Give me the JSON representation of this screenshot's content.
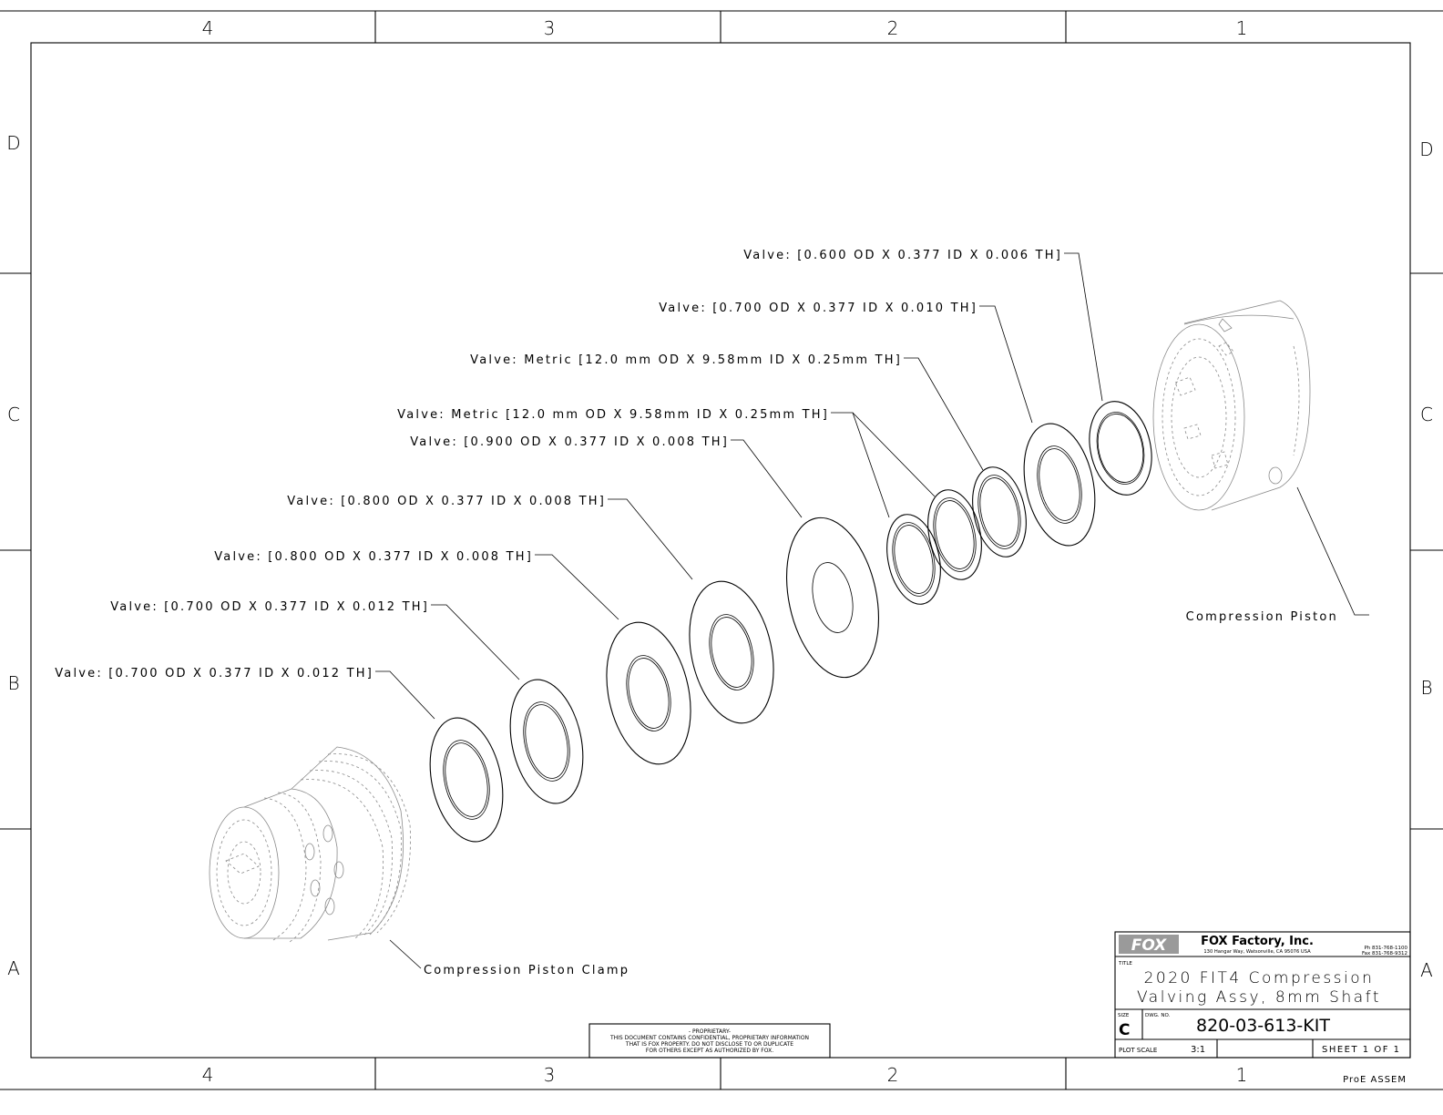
{
  "zones": {
    "columns": [
      "4",
      "3",
      "2",
      "1"
    ],
    "rows": [
      "D",
      "C",
      "B",
      "A"
    ]
  },
  "callouts": {
    "v1": "Valve: [0.600 OD X 0.377 ID X 0.006 TH]",
    "v2": "Valve: [0.700 OD X 0.377 ID X 0.010 TH]",
    "v3": "Valve: Metric [12.0 mm OD X 9.58mm ID X 0.25mm TH]",
    "v4": "Valve: Metric [12.0 mm OD X 9.58mm ID X 0.25mm TH]",
    "v5": "Valve: [0.900 OD X 0.377 ID X 0.008 TH]",
    "v6": "Valve: [0.800 OD X 0.377 ID X 0.008 TH]",
    "v7": "Valve: [0.800 OD X 0.377 ID X 0.008 TH]",
    "v8": "Valve: [0.700 OD X 0.377 ID X 0.012 TH]",
    "v9": "Valve: [0.700 OD X 0.377 ID X 0.012 TH]",
    "piston": "Compression Piston",
    "clamp": "Compression Piston Clamp"
  },
  "proprietary": {
    "line1": "- PROPRIETARY-",
    "line2": "THIS DOCUMENT CONTAINS CONFIDENTIAL, PROPRIETARY INFORMATION",
    "line3": "THAT IS FOX PROPERTY.  DO NOT DISCLOSE TO OR DUPLICATE",
    "line4": "FOR OTHERS EXCEPT AS AUTHORIZED BY FOX."
  },
  "title_block": {
    "logo": "FOX",
    "company": "FOX Factory, Inc.",
    "address": "130 Hangar Way, Watsonville, CA 95076 USA",
    "phone": "Ph 831-768-1100",
    "fax": "Fax 831-768-9312",
    "title_label": "TITLE",
    "title_line1": "2020 FIT4 Compression",
    "title_line2": "Valving Assy, 8mm Shaft",
    "size_label": "SIZE",
    "size": "C",
    "dwg_label": "DWG. NO.",
    "dwg_no": "820-03-613-KIT",
    "scale_label": "PLOT SCALE",
    "scale": "3:1",
    "sheet": "SHEET 1 OF 1",
    "footer": "ProE ASSEM"
  }
}
